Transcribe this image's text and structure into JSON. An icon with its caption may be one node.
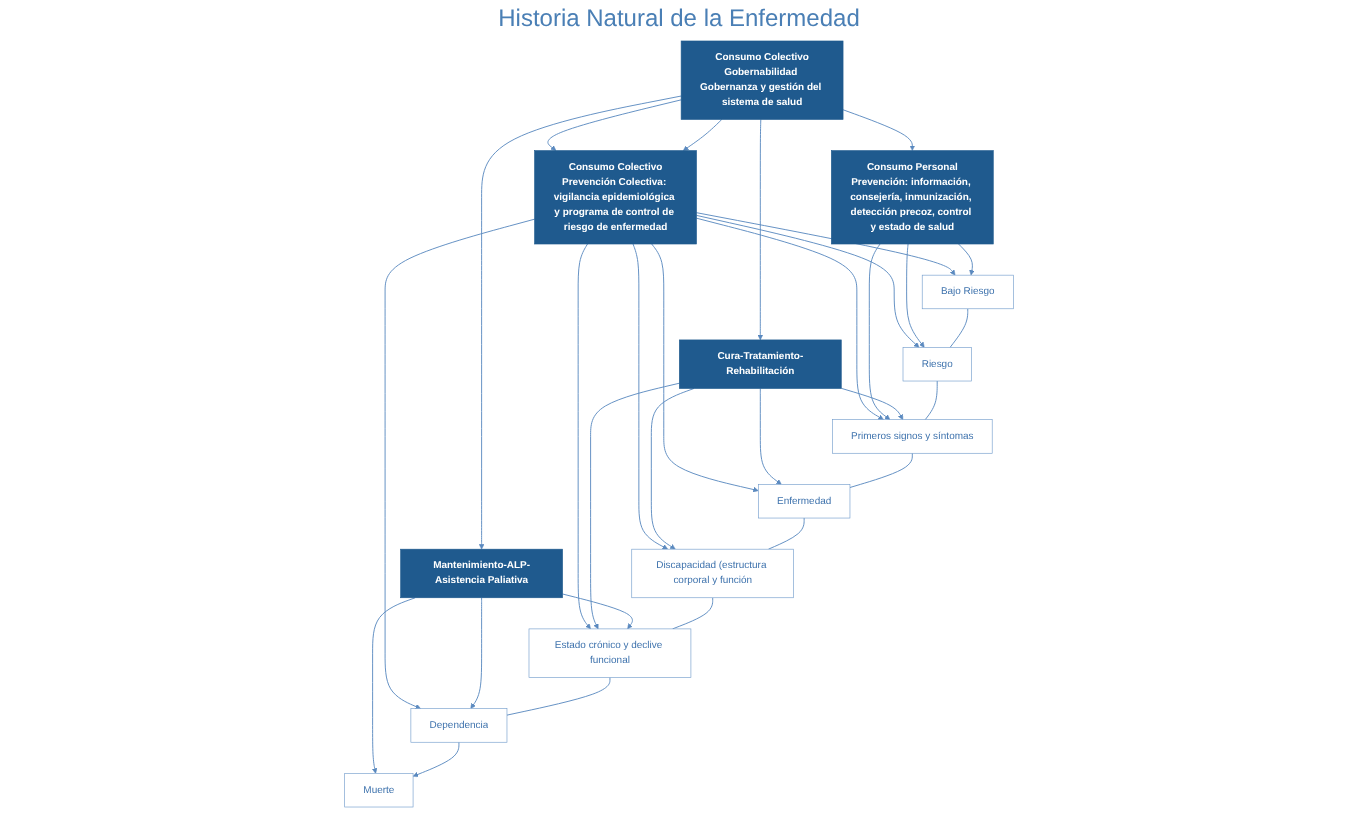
{
  "diagram": {
    "nodes": [
      {
        "text": [
          "Consumo Colectivo",
          "Prevención Colectiva: vigilancia epidemiológica y programa de control de riesgo de enfermedad"
        ]
      },
      {
        "text": [
          "Bajo Riesgo"
        ]
      },
      {
        "text": [
          "Riesgo"
        ]
      },
      {
        "text": [
          "Primeros signos y síntomas"
        ]
      },
      {
        "text": [
          "Enfermedad"
        ]
      },
      {
        "text": [
          "Discapacidad (estructura corporal y función"
        ]
      },
      {
        "text": [
          "Estado crónico y declive funcional"
        ]
      },
      {
        "text": [
          "Dependencia"
        ]
      },
      {
        "text": [
          "Muerte"
        ]
      },
      {
        "text": [
          "Consumo Personal",
          "Prevención: información, consejería, inmunización, detección precoz, control y estado de salud"
        ]
      },
      {
        "text": [
          "Cura-Tratamiento-Rehabilitación"
        ]
      },
      {
        "text": [
          "Mantenimiento-ALP-Asistencia Paliativa"
        ]
      },
      {
        "text": [
          "Consumo Colectivo",
          "Gobernabilidad Gobernanza y gestión del sistema de salud"
        ]
      }
    ],
    "edges": [
      {
        "from": 12,
        "to": 0,
        "arrow": "to"
      },
      {
        "from": 12,
        "to": 0,
        "arrow": "to"
      },
      {
        "from": 12,
        "to": 9,
        "arrow": "to"
      },
      {
        "from": 12,
        "to": 10,
        "arrow": "to"
      },
      {
        "from": 12,
        "to": 11,
        "arrow": "to"
      },
      {
        "from": 0,
        "to": 1,
        "arrow": "to"
      },
      {
        "from": 0,
        "to": 2,
        "arrow": "to"
      },
      {
        "from": 0,
        "to": 3,
        "arrow": "to"
      },
      {
        "from": 0,
        "to": 4,
        "arrow": "to"
      },
      {
        "from": 0,
        "to": 5,
        "arrow": "to"
      },
      {
        "from": 0,
        "to": 6,
        "arrow": "to"
      },
      {
        "from": 0,
        "to": 7,
        "arrow": "to"
      },
      {
        "from": 9,
        "to": 1,
        "arrow": "to"
      },
      {
        "from": 9,
        "to": 2,
        "arrow": "to"
      },
      {
        "from": 9,
        "to": 3,
        "arrow": "to"
      },
      {
        "from": 10,
        "to": 3,
        "arrow": "to"
      },
      {
        "from": 10,
        "to": 4,
        "arrow": "to"
      },
      {
        "from": 10,
        "to": 5,
        "arrow": "to"
      },
      {
        "from": 10,
        "to": 6,
        "arrow": "to"
      },
      {
        "from": 11,
        "to": 6,
        "arrow": "to"
      },
      {
        "from": 11,
        "to": 7,
        "arrow": "to"
      },
      {
        "from": 11,
        "to": 8,
        "arrow": "to"
      },
      {
        "from": 1,
        "to": 2,
        "arrow": "none"
      },
      {
        "from": 2,
        "to": 3,
        "arrow": "none"
      },
      {
        "from": 3,
        "to": 4,
        "arrow": "none"
      },
      {
        "from": 4,
        "to": 5,
        "arrow": "none"
      },
      {
        "from": 5,
        "to": 6,
        "arrow": "none"
      },
      {
        "from": 6,
        "to": 7,
        "arrow": "none"
      },
      {
        "from": 7,
        "to": 8,
        "arrow": "to"
      }
    ],
    "labels": [
      "Historia Natural de la Enfermedad"
    ]
  }
}
